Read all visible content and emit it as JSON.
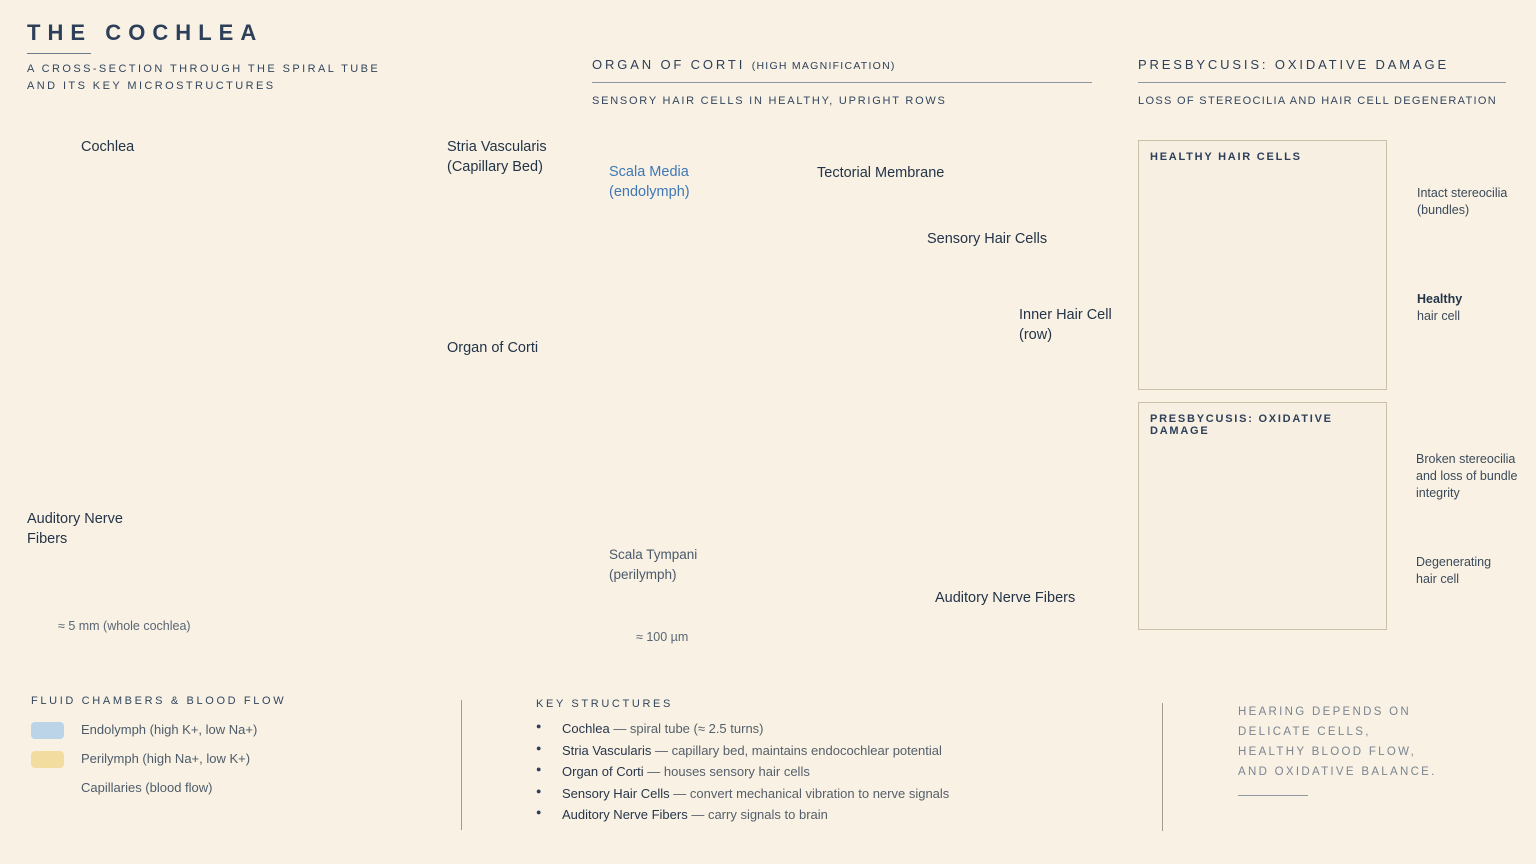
{
  "header": {
    "title": "THE COCHLEA",
    "subtitle_line1": "A CROSS-SECTION THROUGH THE SPIRAL TUBE",
    "subtitle_line2": "AND ITS KEY MICROSTRUCTURES"
  },
  "cochlea_panel": {
    "labels": {
      "cochlea": "Cochlea",
      "stria_1": "Stria Vascularis",
      "stria_2": "(Capillary Bed)",
      "organ": "Organ of Corti",
      "nerve_1": "Auditory Nerve",
      "nerve_2": "Fibers"
    },
    "scale": "≈ 5 mm (whole cochlea)"
  },
  "corti_panel": {
    "title": "ORGAN OF CORTI",
    "title_note": "(HIGH MAGNIFICATION)",
    "subtitle": "SENSORY HAIR CELLS IN HEALTHY, UPRIGHT ROWS",
    "labels": {
      "scala_media_1": "Scala Media",
      "scala_media_2": "(endolymph)",
      "tectorial": "Tectorial Membrane",
      "sensory": "Sensory Hair Cells",
      "inner_1": "Inner Hair Cell",
      "inner_2": "(row)",
      "tympani_1": "Scala Tympani",
      "tympani_2": "(perilymph)",
      "nerve": "Auditory Nerve Fibers"
    },
    "scale": "≈ 100 µm"
  },
  "presbycusis_panel": {
    "title": "PRESBYCUSIS: OXIDATIVE DAMAGE",
    "subtitle": "LOSS OF STEREOCILIA AND HAIR CELL DEGENERATION",
    "healthy": {
      "title": "HEALTHY HAIR CELLS",
      "label1_1": "Intact stereocilia",
      "label1_2": "(bundles)",
      "label2_1": "Healthy",
      "label2_2": "hair cell"
    },
    "damaged": {
      "title": "PRESBYCUSIS: OXIDATIVE DAMAGE",
      "label1_1": "Broken stereocilia",
      "label1_2": "and loss of bundle",
      "label1_3": "integrity",
      "label2_1": "Degenerating",
      "label2_2": "hair cell"
    }
  },
  "legend": {
    "title": "FLUID CHAMBERS & BLOOD FLOW",
    "items": [
      {
        "label": "Endolymph (high K+, low Na+)",
        "color": "#bcd4e8"
      },
      {
        "label": "Perilymph (high Na+, low K+)",
        "color": "#f3dc9f"
      },
      {
        "label": "Capillaries (blood flow)",
        "color": "#c8343a"
      }
    ]
  },
  "key_structures": {
    "title": "KEY STRUCTURES",
    "items": [
      {
        "name": "Cochlea",
        "desc": " — spiral tube (≈ 2.5 turns)"
      },
      {
        "name": "Stria Vascularis",
        "desc": " — capillary bed, maintains endocochlear potential"
      },
      {
        "name": "Organ of Corti",
        "desc": " — houses sensory hair cells"
      },
      {
        "name": "Sensory Hair Cells",
        "desc": " — convert mechanical vibration to nerve signals"
      },
      {
        "name": "Auditory Nerve Fibers",
        "desc": " — carry signals to brain"
      }
    ]
  },
  "quote": {
    "line1": "HEARING DEPENDS ON",
    "line2": "DELICATE CELLS,",
    "line3": "HEALTHY BLOOD FLOW,",
    "line4": "AND OXIDATIVE BALANCE."
  }
}
